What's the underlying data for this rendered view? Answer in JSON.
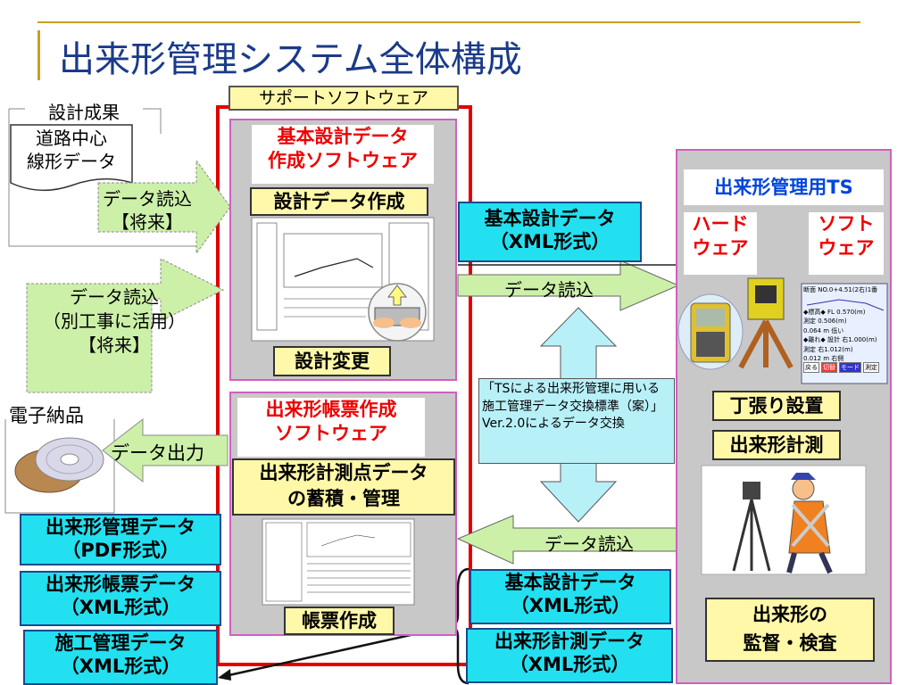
{
  "title": "出来形管理システム全体構成",
  "design_results": {
    "header": "設計成果",
    "line1": "道路中心",
    "line2": "線形データ"
  },
  "arrow_future_read": {
    "line1": "データ読込",
    "line2": "【将来】"
  },
  "arrow_other_work": {
    "line1": "データ読込",
    "line2": "（別工事に活用）",
    "line3": "【将来】"
  },
  "e_delivery": {
    "label": "電子納品"
  },
  "arrow_output": {
    "label": "データ出力"
  },
  "support_software": {
    "label": "サポートソフトウェア"
  },
  "basic_design_sw": {
    "title1": "基本設計データ",
    "title2": "作成ソフトウェア",
    "task": "設計データ作成",
    "change": "設計変更"
  },
  "report_sw": {
    "title1": "出来形帳票作成",
    "title2": "ソフトウェア",
    "task1": "出来形計測点データ",
    "task2": "の蓄積・管理",
    "report": "帳票作成"
  },
  "output_data": [
    {
      "line1": "出来形管理データ",
      "line2": "（PDF形式）"
    },
    {
      "line1": "出来形帳票データ",
      "line2": "（XML形式）"
    },
    {
      "line1": "施工管理データ",
      "line2": "（XML形式）"
    }
  ],
  "basic_design_xml_top": {
    "line1": "基本設計データ",
    "line2": "（XML形式）"
  },
  "arrow_read_right": {
    "label": "データ読込"
  },
  "standard_note": {
    "text": "「TSによる出来形管理に用いる施工管理データ交換標準（案）」Ver.2.0によるデータ交換"
  },
  "arrow_read_left": {
    "label": "データ読込"
  },
  "basic_design_xml_bottom": {
    "line1": "基本設計データ",
    "line2": "（XML形式）"
  },
  "measure_xml": {
    "line1": "出来形計測データ",
    "line2": "（XML形式）"
  },
  "ts_panel": {
    "title": "出来形管理用TS",
    "hardware1": "ハード",
    "hardware2": "ウェア",
    "software1": "ソフト",
    "software2": "ウェア",
    "staking": "丁張り設置",
    "measure": "出来形計測",
    "inspect1": "出来形の",
    "inspect2": "監督・検査"
  },
  "ts_screen": {
    "header": "断面 NO.0+4.51(2右)1番",
    "rows": [
      "◆標高◆  FL  0.570(m)",
      "測定  0.506(m)",
      "0.064 m 低い",
      "◆離れ◆  設計 右1.000(m)",
      "測定 右1.012(m)",
      "0.012 m 右側"
    ],
    "buttons": [
      "戻る",
      "切替",
      "モード",
      "測定"
    ]
  },
  "colors": {
    "title": "#1a3a8a",
    "red": "#ee0000",
    "cyan": "#22e0f0",
    "yellow": "#fff8a8",
    "green": "#ccf0a8",
    "blue_light": "#b8f0f8",
    "purple": "#d060c0"
  }
}
